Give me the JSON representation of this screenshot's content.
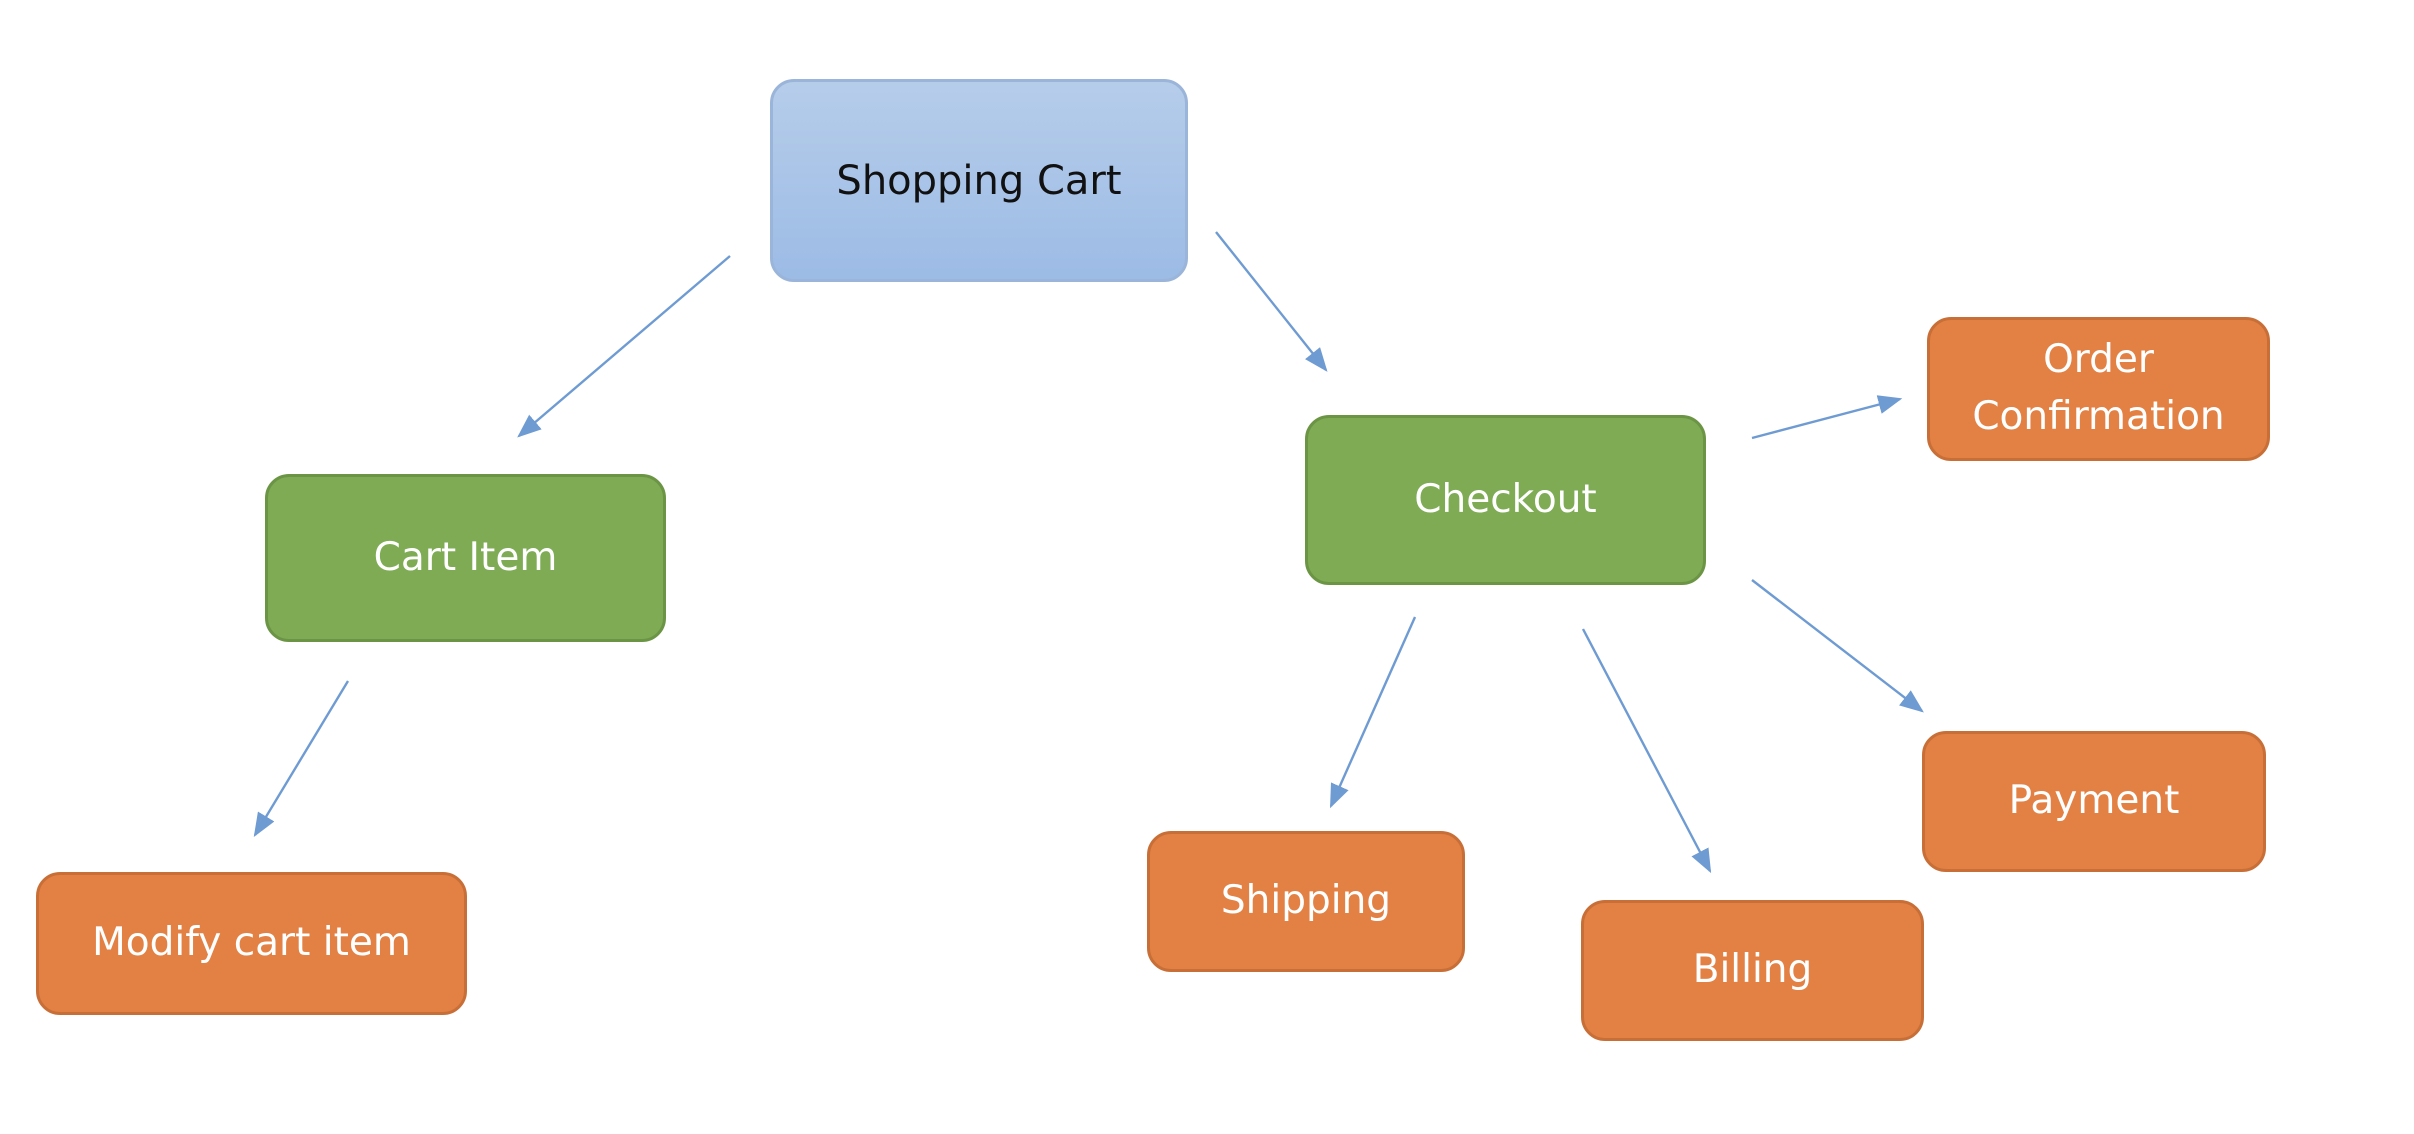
{
  "nodes": {
    "shopping_cart": "Shopping Cart",
    "cart_item": "Cart Item",
    "checkout": "Checkout",
    "modify_cart_item": "Modify cart item",
    "order_confirmation": "Order Confirmation",
    "shipping": "Shipping",
    "billing": "Billing",
    "payment": "Payment"
  },
  "edges": [
    {
      "from": "Shopping Cart",
      "to": "Cart Item"
    },
    {
      "from": "Shopping Cart",
      "to": "Checkout"
    },
    {
      "from": "Cart Item",
      "to": "Modify cart item"
    },
    {
      "from": "Checkout",
      "to": "Order Confirmation"
    },
    {
      "from": "Checkout",
      "to": "Shipping"
    },
    {
      "from": "Checkout",
      "to": "Billing"
    },
    {
      "from": "Checkout",
      "to": "Payment"
    }
  ],
  "colors": {
    "root_fill": "#a8c4e8",
    "process_fill": "#7eab54",
    "leaf_fill": "#e38144",
    "arrow": "#6f9bd3"
  }
}
